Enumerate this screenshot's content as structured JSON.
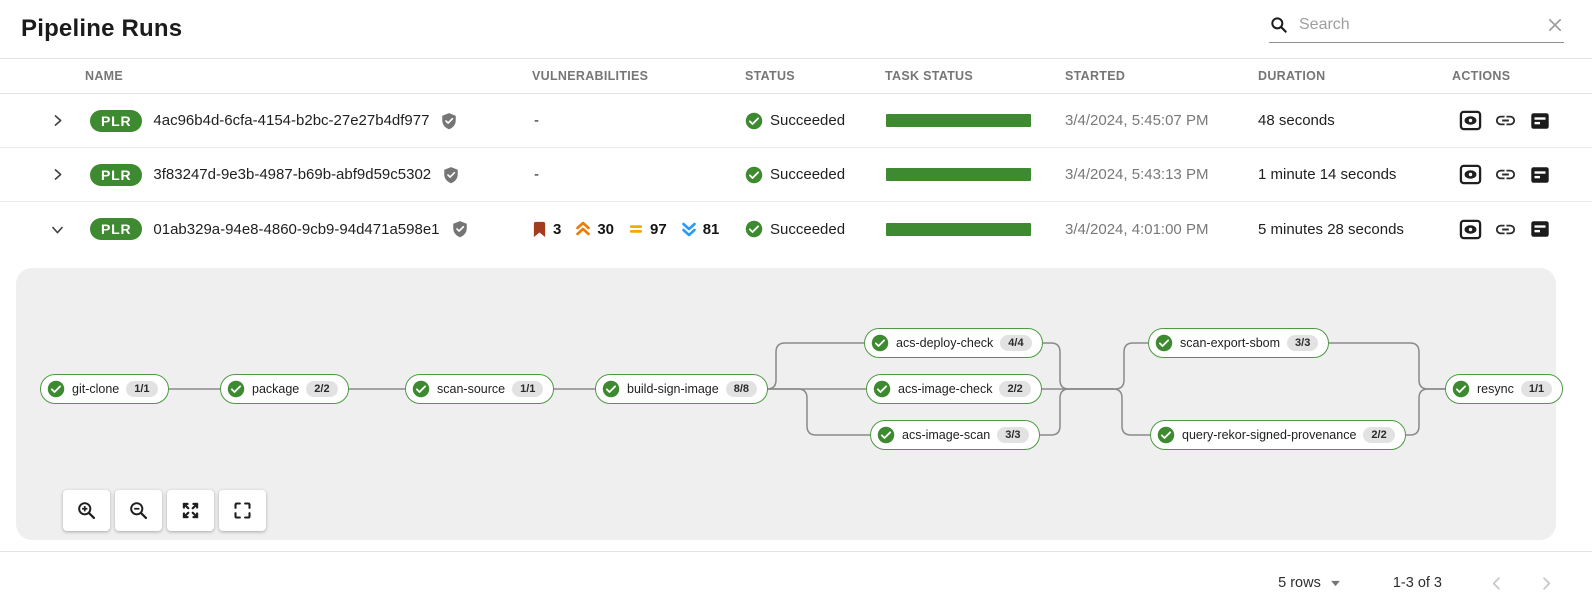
{
  "page": {
    "title": "Pipeline Runs"
  },
  "search": {
    "placeholder": "Search"
  },
  "table": {
    "columns": {
      "name": "NAME",
      "vulnerabilities": "VULNERABILITIES",
      "status": "STATUS",
      "task_status": "TASK STATUS",
      "started": "STARTED",
      "duration": "DURATION",
      "actions": "ACTIONS"
    },
    "rows": [
      {
        "badge": "PLR",
        "name": "4ac96b4d-6cfa-4154-b2bc-27e27b4df977",
        "vulnerabilities": "-",
        "status": "Succeeded",
        "started": "3/4/2024, 5:45:07 PM",
        "duration": "48 seconds",
        "expanded": false
      },
      {
        "badge": "PLR",
        "name": "3f83247d-9e3b-4987-b69b-abf9d59c5302",
        "vulnerabilities": "-",
        "status": "Succeeded",
        "started": "3/4/2024, 5:43:13 PM",
        "duration": "1 minute 14 seconds",
        "expanded": false
      },
      {
        "badge": "PLR",
        "name": "01ab329a-94e8-4860-9cb9-94d471a598e1",
        "vulnerabilities": {
          "critical": "3",
          "high": "30",
          "medium": "97",
          "low": "81"
        },
        "status": "Succeeded",
        "started": "3/4/2024, 4:01:00 PM",
        "duration": "5 minutes 28 seconds",
        "expanded": true
      }
    ],
    "action_icons": [
      "output-icon",
      "link-icon",
      "logs-icon"
    ]
  },
  "pipeline_graph": {
    "tasks": [
      {
        "name": "git-clone",
        "steps": "1/1"
      },
      {
        "name": "package",
        "steps": "2/2"
      },
      {
        "name": "scan-source",
        "steps": "1/1"
      },
      {
        "name": "build-sign-image",
        "steps": "8/8"
      },
      {
        "name": "acs-deploy-check",
        "steps": "4/4"
      },
      {
        "name": "acs-image-check",
        "steps": "2/2"
      },
      {
        "name": "acs-image-scan",
        "steps": "3/3"
      },
      {
        "name": "scan-export-sbom",
        "steps": "3/3"
      },
      {
        "name": "query-rekor-signed-provenance",
        "steps": "2/2"
      },
      {
        "name": "resync",
        "steps": "1/1"
      }
    ],
    "toolbar_icons": [
      "zoom-in-icon",
      "zoom-out-icon",
      "fit-to-screen-icon",
      "reset-view-icon"
    ]
  },
  "footer": {
    "rows_per_page": "5 rows",
    "range": "1-3 of 3"
  },
  "colors": {
    "success_green": "#3E8A30",
    "node_border_green": "#4E9A43",
    "severity_critical": "#A33B1F",
    "severity_high": "#EC7A08",
    "severity_medium": "#F0AB00",
    "severity_low": "#2B9AF3",
    "graph_panel_bg": "#efefef",
    "edge_gray": "#8a8a8a"
  }
}
